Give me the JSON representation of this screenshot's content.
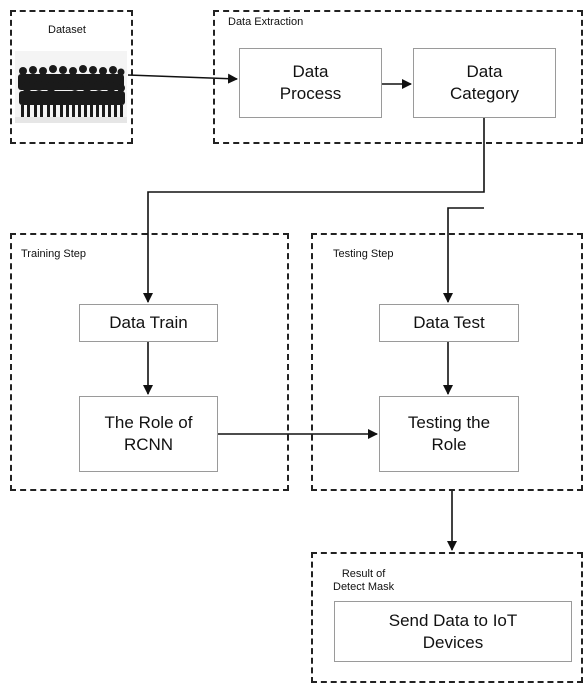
{
  "groups": {
    "dataset": {
      "title": "Dataset"
    },
    "data_extraction": {
      "title": "Data Extraction"
    },
    "training_step": {
      "title": "Training Step"
    },
    "testing_step": {
      "title": "Testing Step"
    },
    "result": {
      "title": "Result of\nDetect Mask"
    }
  },
  "boxes": {
    "data_process": "Data\nProcess",
    "data_category": "Data\nCategory",
    "data_train": "Data Train",
    "role_rcnn": "The Role of\nRCNN",
    "data_test": "Data Test",
    "testing_role": "Testing the\nRole",
    "send_iot": "Send Data to IoT\nDevices"
  },
  "dataset_image": {
    "icon": "crowd-silhouette-image"
  },
  "colors": {
    "line": "#111111",
    "box_border": "#9a9a9a",
    "group_border": "#222222"
  }
}
